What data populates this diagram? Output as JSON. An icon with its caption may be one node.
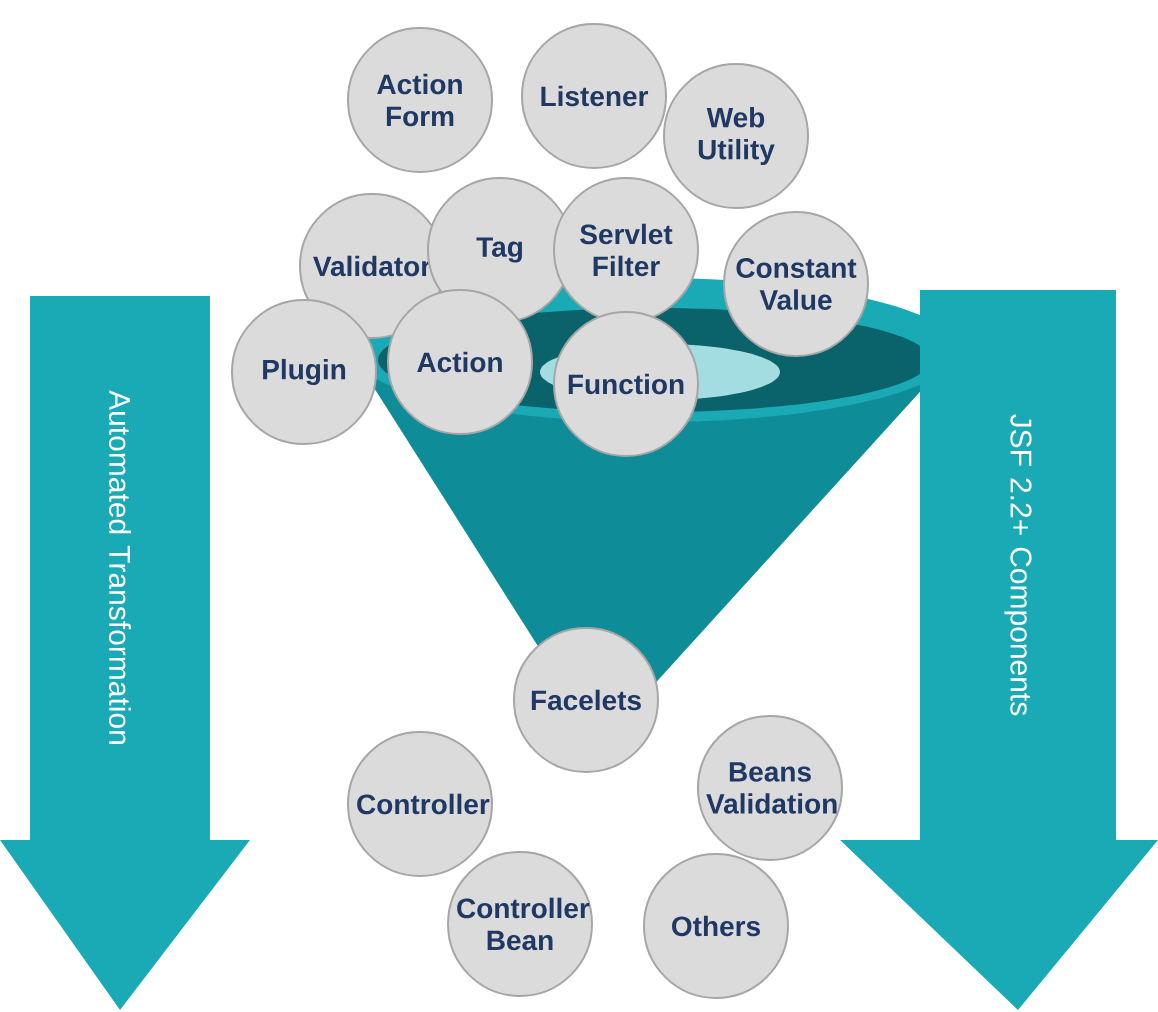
{
  "diagram": {
    "nodes": [
      {
        "text": [
          "Automated Transformation"
        ]
      },
      {
        "text": [
          "Action Form"
        ]
      },
      {
        "text": [
          "Listener"
        ]
      },
      {
        "text": [
          "Web Utility"
        ]
      },
      {
        "text": [
          "Validator"
        ]
      },
      {
        "text": [
          "Tag"
        ]
      },
      {
        "text": [
          "Servlet Filter"
        ]
      },
      {
        "text": [
          "Constant Value"
        ]
      },
      {
        "text": [
          "Plugin"
        ]
      },
      {
        "text": [
          "Action"
        ]
      },
      {
        "text": [
          "Function"
        ]
      },
      {
        "text": [
          "JSF 2.2+ Components"
        ]
      },
      {
        "text": [
          "Facelets"
        ]
      },
      {
        "text": [
          "Controller"
        ]
      },
      {
        "text": [
          "Beans Validation"
        ]
      },
      {
        "text": [
          "Controller Bean"
        ]
      },
      {
        "text": [
          "Others"
        ]
      }
    ]
  }
}
